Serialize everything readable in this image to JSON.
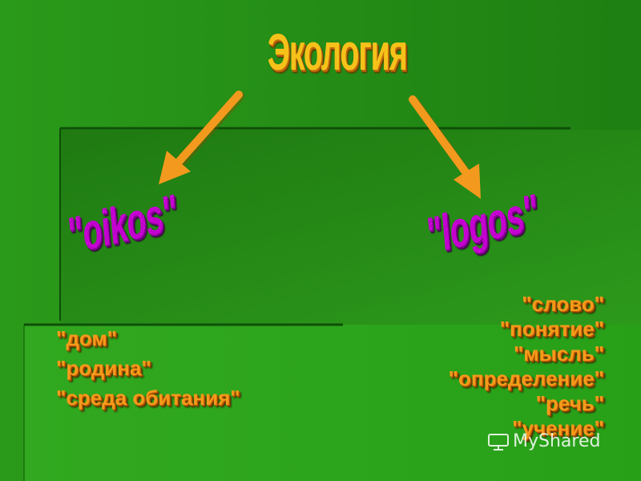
{
  "title": "Экология",
  "terms": {
    "oikos": "\"oikos\"",
    "logos": "\"logos\""
  },
  "oikos_meanings": [
    "\"дом\"",
    "\"родина\"",
    "\"среда обитания\""
  ],
  "logos_meanings": [
    "\"слово\"",
    "\"понятие\"",
    "\"мысль\"",
    "\"определение\"",
    "\"речь\"",
    "\"учение\""
  ],
  "watermark": "MyShared",
  "colors": {
    "background": "#1f8a14",
    "title": "#f6c21a",
    "terms": "#c400d0",
    "meanings": "#f59a1b",
    "arrows": "#f39a1e"
  }
}
